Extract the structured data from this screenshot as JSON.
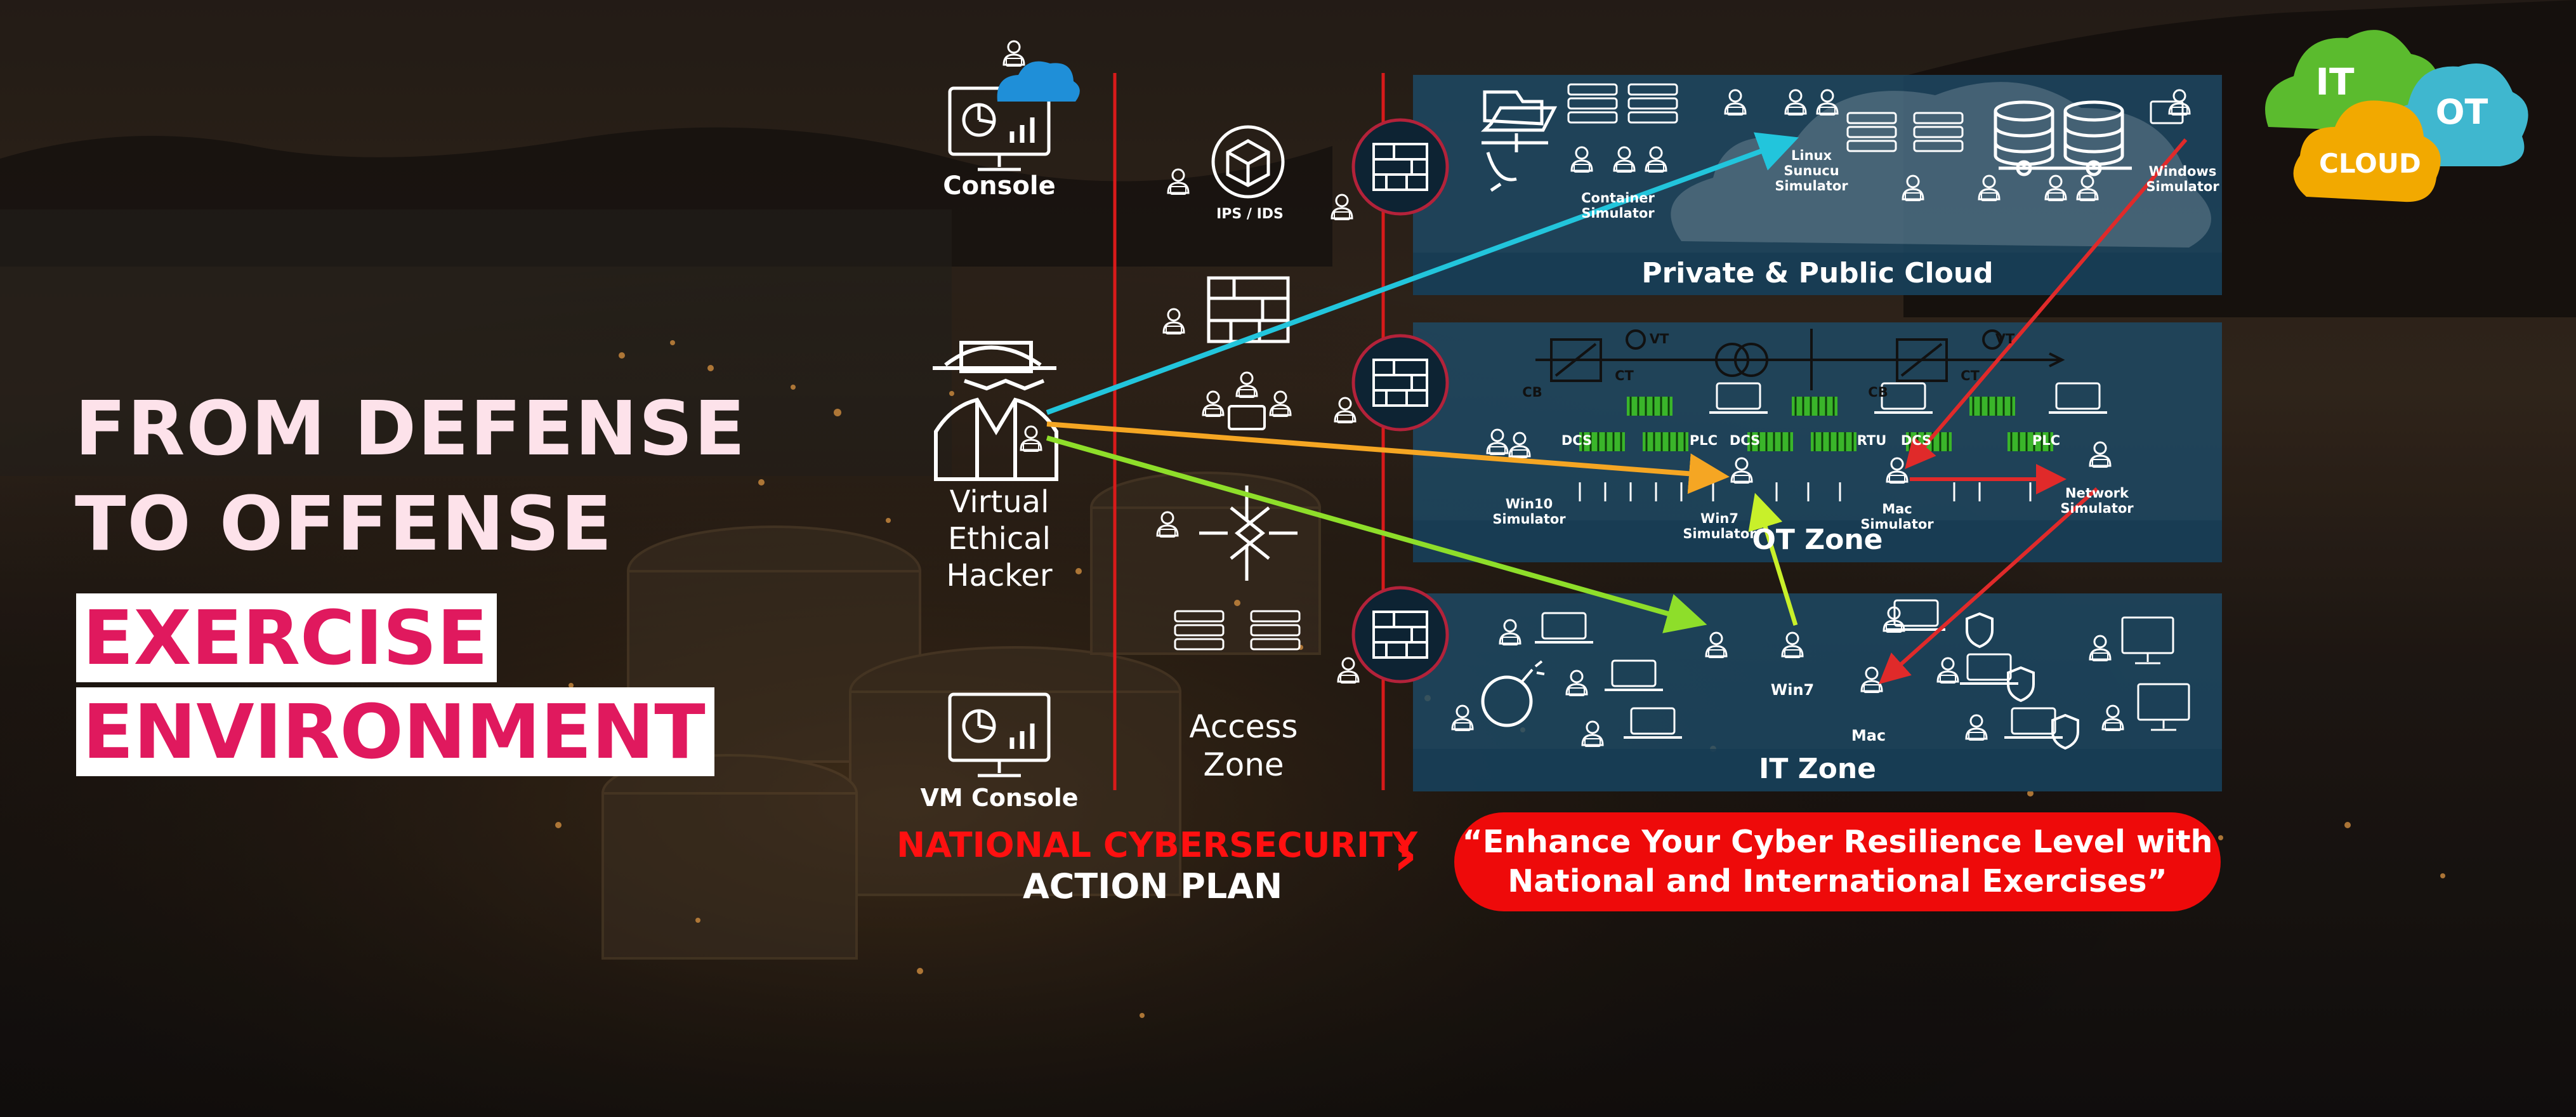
{
  "headline": {
    "line1": "FROM DEFENSE",
    "line2": "TO OFFENSE",
    "box1": "EXERCISE",
    "box2": "ENVIRONMENT"
  },
  "left_column": {
    "console": "Console",
    "vm_console": "VM Console",
    "hacker": [
      "Virtual",
      "Ethical",
      "Hacker"
    ]
  },
  "access": {
    "ips_ids": "IPS / IDS",
    "zone": [
      "Access",
      "Zone"
    ]
  },
  "cloud_zone": {
    "title": "Private & Public Cloud",
    "container": [
      "Container",
      "Simulator"
    ],
    "linux": [
      "Linux",
      "Sunucu",
      "Simulator"
    ],
    "windows": [
      "Windows",
      "Simulator"
    ]
  },
  "ot_zone": {
    "title": "OT Zone",
    "labels": {
      "cb": "CB",
      "ct": "CT",
      "vt": "VT",
      "dcs": "DCS",
      "plc": "PLC",
      "rtu": "RTU"
    },
    "win10": [
      "Win10",
      "Simulator"
    ],
    "win7": [
      "Win7",
      "Simulator"
    ],
    "mac": [
      "Mac",
      "Simulator"
    ],
    "network": [
      "Network",
      "Simulator"
    ]
  },
  "it_zone": {
    "title": "IT Zone",
    "win7": "Win7",
    "mac": "Mac"
  },
  "plan": {
    "line1": "NATIONAL CYBERSECURITY",
    "line2": "ACTION PLAN",
    "chevron": "›"
  },
  "quote": {
    "line1": "“Enhance Your Cyber Resilience Level with",
    "line2": "National and International Exercises”"
  },
  "badge": {
    "it": "IT",
    "ot": "OT",
    "cloud": "CLOUD"
  },
  "colors": {
    "accent_pink": "#e0195e",
    "headline_pink": "#fde2ea",
    "alert_red": "#ee0a0a",
    "zone_blue": "#1d4a66",
    "arrow_cyan": "#22c5dc",
    "arrow_orange": "#f5a623",
    "arrow_green": "#8ede2a",
    "arrow_red": "#e02a2a",
    "cloud_green": "#5bbb2e",
    "cloud_teal": "#3fb7cf",
    "cloud_yellow": "#f2a900"
  }
}
